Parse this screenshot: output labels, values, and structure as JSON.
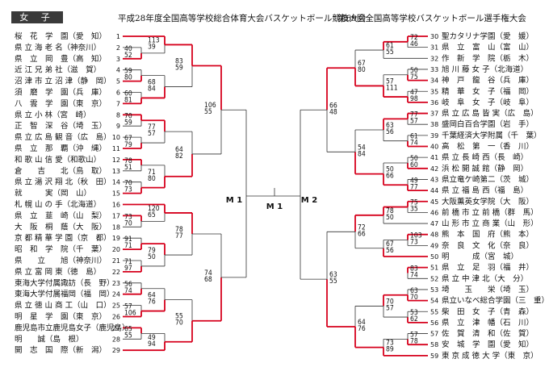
{
  "category_label": "女 子",
  "header_left": "平成28年度全国高等学校総合体育大会バスケットボール競技大会",
  "header_right": "第69回全国高等学校バスケットボール選手権大会",
  "left_teams": [
    "桜　花　学　園（愛　知）",
    "県 立 海 老 名（神奈川）",
    "県　立　岡　豊（高　知）",
    "近 江 兄 弟 社（滋　賀）",
    "沼 津 市 立 沼 津（静　岡）",
    "須　磨　学　園（兵　庫）",
    "八　雲　学　園（東　京）",
    "県 立 小 林（宮　崎）",
    "正　智　深　谷（埼　玉）",
    "県 立 広 島 観 音（広　島）",
    "県　立　那　覇（沖　縄）",
    "和 歌 山 信 愛（和歌山）",
    "倉　　吉　　北（鳥　取）",
    "県 立 湯 沢 翔 北（秋　田）",
    "就　　　実（岡　山）",
    "札 幌 山 の 手（北海道）",
    "県　立　韮　崎（山　梨）",
    "大　阪　桐　蔭（大　阪）",
    "京 都 精 華 学 園（京　都）",
    "昭　和　学　院（千　葉）",
    "県　　立　　旭（神奈川）",
    "県 立 富 岡 東（徳　島）",
    "東海大学付属諏訪（長　野）",
    "東海大学付属福岡（福　岡）",
    "県 立 徳 山 商 工（山　口）",
    "明　星　学　園（東　京）",
    "鹿児島市立鹿児島女子（鹿児島）",
    "明　　誠（島　根）",
    "開　志　国　際（新　潟）"
  ],
  "right_teams": [
    "聖カタリナ学園（愛　媛）",
    "県　立　富　山（富　山）",
    "作　新　学　院（栃　木）",
    "旭 川 藤 女 子（北海道）",
    "神　戸　龍　谷（兵　庫）",
    "精　華　女　子（福　岡）",
    "岐　阜　女　子（岐　阜）",
    "県 立 広 島 皆 実（広　島）",
    "盛岡白百合学園（岩　手）",
    "千葉経済大学附属（千　葉）",
    "高　松　第　一（香　川）",
    "県 立 長 崎 西（長　崎）",
    "浜 松 開 誠 館（静　岡）",
    "県立竜ケ崎第二（茨　城）",
    "県 立 福 島 西（福　島）",
    "大阪薫英女学院（大　阪）",
    "前 橋 市 立 前 橋（群　馬）",
    "山 形 市 立 商 業（山　形）",
    "熊　本　国　府（熊　本）",
    "奈　良　文　化（奈　良）",
    "明　　　成（宮　城）",
    "県　立　足　羽（福　井）",
    "県 立 中 津 北（大　分）",
    "埼　　玉　　栄（埼　玉）",
    "県立いなべ総合学園（三　重）",
    "柴　田　女　子（青　森）",
    "県　立　津　幡（石　川）",
    "佐　賀　清　和（佐　賀）",
    "安　城　学　園（愛　知）",
    "東 京 成 徳 大 学（東　京）"
  ],
  "left_seeds": [
    "1",
    "2",
    "3",
    "4",
    "5",
    "6",
    "7",
    "8",
    "9",
    "10",
    "11",
    "12",
    "13",
    "14",
    "15",
    "16",
    "17",
    "18",
    "19",
    "20",
    "21",
    "22",
    "23",
    "24",
    "25",
    "26",
    "27",
    "28",
    "29"
  ],
  "right_seeds": [
    "30",
    "31",
    "32",
    "33",
    "34",
    "35",
    "36",
    "37",
    "38",
    "39",
    "40",
    "41",
    "42",
    "43",
    "44",
    "45",
    "46",
    "47",
    "48",
    "49",
    "50",
    "51",
    "52",
    "53",
    "54",
    "55",
    "56",
    "57",
    "58",
    "59"
  ],
  "left_scores": [
    [
      "113",
      "39"
    ],
    [
      "40",
      "52"
    ],
    [
      "59",
      "80"
    ],
    [
      "60",
      "81"
    ],
    [
      "68",
      "84"
    ],
    [
      "83",
      "59"
    ],
    [
      "70",
      "59"
    ],
    [
      "77",
      "57"
    ],
    [
      "67",
      "79"
    ],
    [
      "78",
      "51"
    ],
    [
      "70",
      "73"
    ],
    [
      "71",
      "80"
    ],
    [
      "64",
      "82"
    ],
    [
      "106",
      "55"
    ],
    [
      "120",
      "65"
    ],
    [
      "73",
      "70"
    ],
    [
      "91",
      "71"
    ],
    [
      "79",
      "50"
    ],
    [
      "71",
      "97"
    ],
    [
      "78",
      "77"
    ],
    [
      "56",
      "74"
    ],
    [
      "57",
      "106"
    ],
    [
      "64",
      "76"
    ],
    [
      "65",
      "55"
    ],
    [
      "49",
      "94"
    ],
    [
      "55",
      "70"
    ],
    [
      "74",
      "68"
    ]
  ],
  "right_scores": [
    [
      "72",
      "46"
    ],
    [
      "61",
      "55"
    ],
    [
      "50",
      "75"
    ],
    [
      "57",
      "111"
    ],
    [
      "47",
      "98"
    ],
    [
      "67",
      "80"
    ],
    [
      "77",
      "57"
    ],
    [
      "61",
      "74"
    ],
    [
      "63",
      "56"
    ],
    [
      "50",
      "60"
    ],
    [
      "49",
      "77"
    ],
    [
      "50",
      "66"
    ],
    [
      "54",
      "84"
    ],
    [
      "66",
      "48"
    ],
    [
      "75",
      "35"
    ],
    [
      "78",
      "50"
    ],
    [
      "103",
      "73"
    ],
    [
      "67",
      "56"
    ],
    [
      "83",
      "74"
    ],
    [
      "66",
      "78"
    ],
    [
      "72",
      "66"
    ],
    [
      "63",
      "70"
    ],
    [
      "53",
      "62"
    ],
    [
      "70",
      "57"
    ],
    [
      "57",
      "78"
    ],
    [
      "73",
      "89"
    ],
    [
      "64",
      "76"
    ],
    [
      "63",
      "55"
    ]
  ],
  "court_labels": [
    "M 1",
    "M 1",
    "M 2"
  ]
}
